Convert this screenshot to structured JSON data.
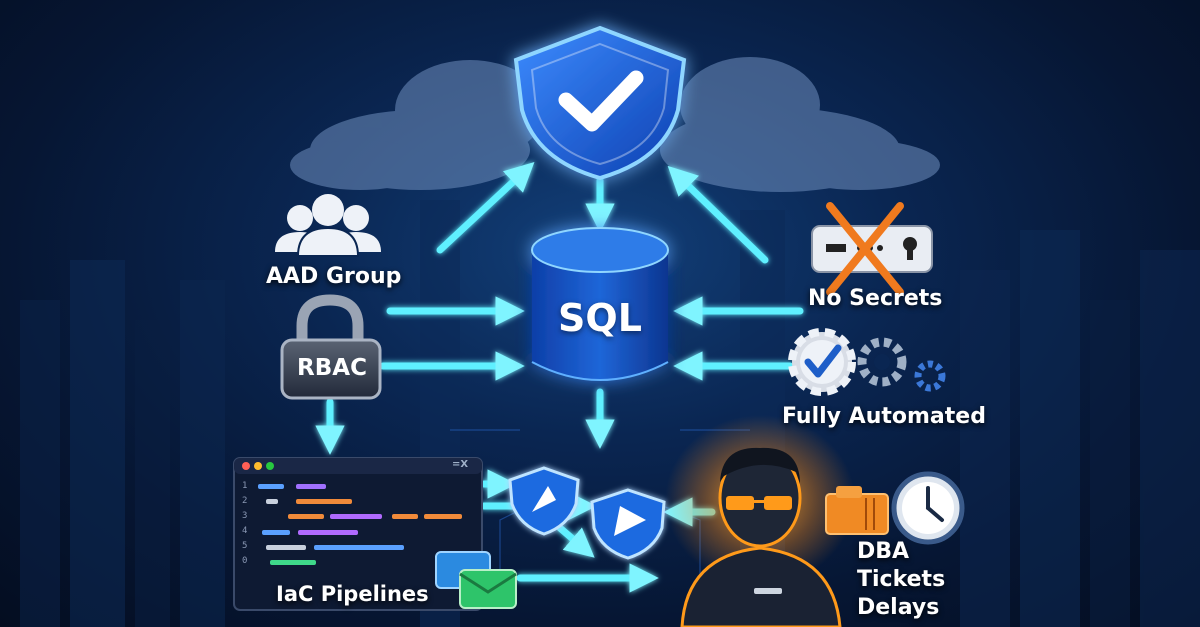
{
  "diagram": {
    "center_node": "SQL",
    "labels": {
      "aad_group": "AAD Group",
      "rbac": "RBAC",
      "no_secrets": "No Secrets",
      "fully_automated": "Fully Automated",
      "iac_pipelines": "IaC Pipelines",
      "dba_lines": [
        "DBA",
        "Tickets",
        "Delays"
      ]
    },
    "editor_line_numbers": [
      "1",
      "2",
      "3",
      "4",
      "5",
      "0"
    ],
    "editor_toolbar_glyph": "=X",
    "icons": [
      "shield-check-icon",
      "database-icon",
      "users-group-icon",
      "padlock-icon",
      "key-card-icon",
      "cross-mark-icon",
      "gears-icon",
      "code-editor-icon",
      "shield-badge-icon",
      "envelope-icon",
      "person-avatar-icon",
      "clock-icon",
      "ticket-icon"
    ],
    "colors": {
      "background": "#0a2652",
      "arrow": "#5ff0ff",
      "shield": "#1f6fe0",
      "database": "#1756c9",
      "cross": "#f07a1e",
      "glow_person": "#ff9a1a"
    }
  }
}
